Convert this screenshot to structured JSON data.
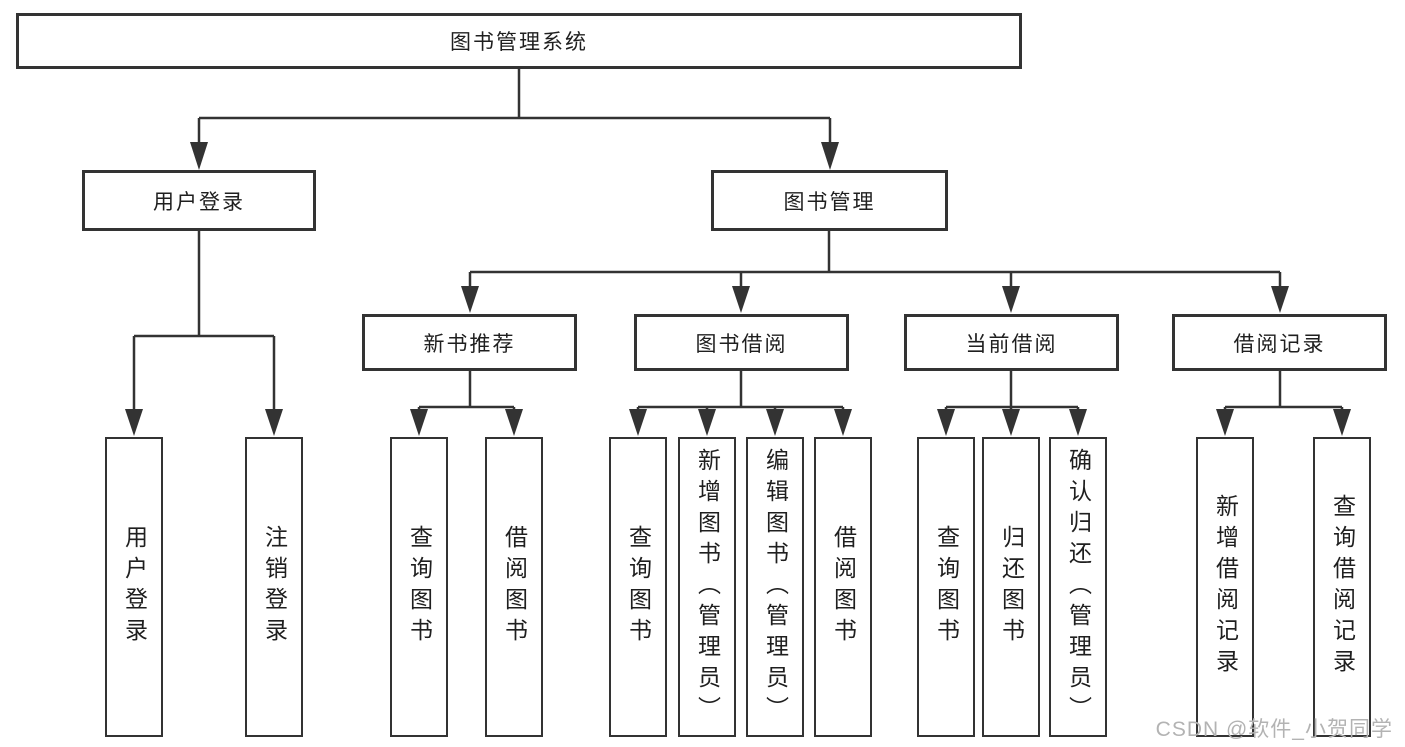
{
  "root": {
    "label": "图书管理系统"
  },
  "level2": {
    "user_login": {
      "label": "用户登录"
    },
    "book_mgmt": {
      "label": "图书管理"
    }
  },
  "level3": {
    "new_books": {
      "label": "新书推荐"
    },
    "book_borrow": {
      "label": "图书借阅"
    },
    "current_borrow": {
      "label": "当前借阅"
    },
    "borrow_records": {
      "label": "借阅记录"
    }
  },
  "leaves": {
    "user_login": [
      "用户登录",
      "注销登录"
    ],
    "new_books": [
      "查询图书",
      "借阅图书"
    ],
    "book_borrow": [
      "查询图书",
      "新增图书（管理员）",
      "编辑图书（管理员）",
      "借阅图书"
    ],
    "current_borrow": [
      "查询图书",
      "归还图书",
      "确认归还（管理员）"
    ],
    "borrow_records": [
      "新增借阅记录",
      "查询借阅记录"
    ]
  },
  "watermark": "CSDN @软件_小贺同学",
  "colors": {
    "line": "#333333",
    "box_border": "#333333",
    "text": "#1f1f1f",
    "watermark": "#b3b3b3",
    "background": "#ffffff"
  }
}
